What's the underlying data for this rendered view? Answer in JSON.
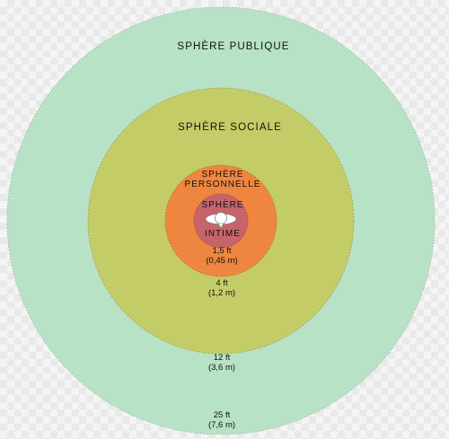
{
  "colors": {
    "public": "#b8e2c6",
    "social": "#c4cc67",
    "personal": "#ee8640",
    "intimate": "#c7646b",
    "figure": "#ffffff"
  },
  "zones": {
    "public": {
      "label": "SPHÈRE PUBLIQUE"
    },
    "social": {
      "label": "SPHÈRE SOCIALE"
    },
    "personal": {
      "label_line1": "SPHÈRE",
      "label_line2": "PERSONNELLE"
    },
    "intimate": {
      "label_line1": "SPHÈRE",
      "label_line2": "INTIME"
    }
  },
  "distances": {
    "intimate": {
      "ft": "1,5 ft",
      "m": "(0,45 m)"
    },
    "personal": {
      "ft": "4 ft",
      "m": "(1,2 m)"
    },
    "social": {
      "ft": "12 ft",
      "m": "(3,6 m)"
    },
    "public": {
      "ft": "25 ft",
      "m": "(7,6 m)"
    }
  },
  "figure_icon": "person-top-view-icon"
}
